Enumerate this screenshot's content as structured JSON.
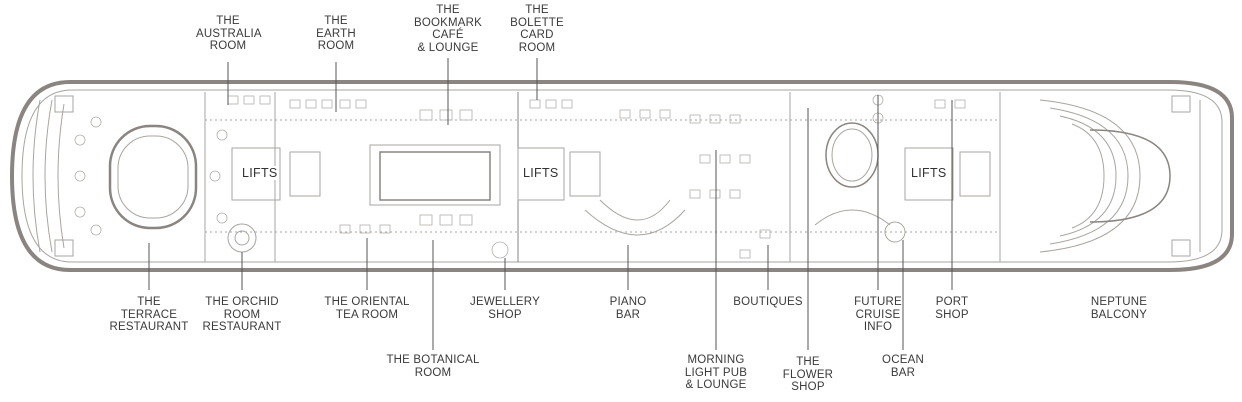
{
  "deck_plan": {
    "lifts_label": "LIFTS",
    "colors": {
      "hull": "#8a8580",
      "lines": "#a9a5a0",
      "text": "#3a3a3a",
      "background": "#ffffff"
    },
    "rooms_top": [
      {
        "id": "australia-room",
        "lines": [
          "THE",
          "AUSTRALIA",
          "ROOM"
        ]
      },
      {
        "id": "earth-room",
        "lines": [
          "THE",
          "EARTH",
          "ROOM"
        ]
      },
      {
        "id": "bookmark-cafe",
        "lines": [
          "THE",
          "BOOKMARK",
          "CAFÉ",
          "& LOUNGE"
        ]
      },
      {
        "id": "bolette-card-room",
        "lines": [
          "THE",
          "BOLETTE",
          "CARD",
          "ROOM"
        ]
      }
    ],
    "rooms_bottom": [
      {
        "id": "terrace-restaurant",
        "lines": [
          "THE",
          "TERRACE",
          "RESTAURANT"
        ]
      },
      {
        "id": "orchid-room",
        "lines": [
          "THE ORCHID",
          "ROOM",
          "RESTAURANT"
        ]
      },
      {
        "id": "oriental-tea-room",
        "lines": [
          "THE ORIENTAL",
          "TEA ROOM"
        ]
      },
      {
        "id": "botanical-room",
        "lines": [
          "THE BOTANICAL",
          "ROOM"
        ]
      },
      {
        "id": "jewellery-shop",
        "lines": [
          "JEWELLERY",
          "SHOP"
        ]
      },
      {
        "id": "piano-bar",
        "lines": [
          "PIANO",
          "BAR"
        ]
      },
      {
        "id": "morning-light-pub",
        "lines": [
          "MORNING",
          "LIGHT PUB",
          "& LOUNGE"
        ]
      },
      {
        "id": "boutiques",
        "lines": [
          "BOUTIQUES"
        ]
      },
      {
        "id": "flower-shop",
        "lines": [
          "THE",
          "FLOWER",
          "SHOP"
        ]
      },
      {
        "id": "future-cruise-info",
        "lines": [
          "FUTURE",
          "CRUISE",
          "INFO"
        ]
      },
      {
        "id": "ocean-bar",
        "lines": [
          "OCEAN",
          "BAR"
        ]
      },
      {
        "id": "port-shop",
        "lines": [
          "PORT",
          "SHOP"
        ]
      },
      {
        "id": "neptune-balcony",
        "lines": [
          "NEPTUNE",
          "BALCONY"
        ]
      }
    ]
  }
}
